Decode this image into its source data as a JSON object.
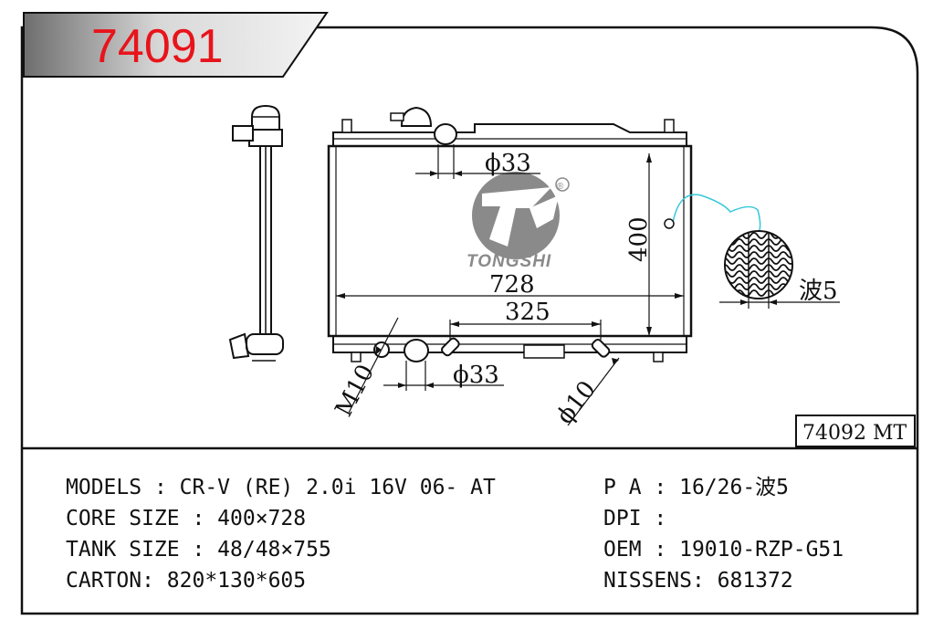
{
  "header": {
    "part_code": "74091"
  },
  "drawing": {
    "brand_name": "TONGSHI",
    "registered_mark": "®",
    "dimensions": {
      "top_pipe": "ϕ33",
      "height": "400",
      "width": "728",
      "tank_span": "325",
      "bottom_pipe": "ϕ33",
      "drain": "M10",
      "small_pipe": "ϕ10",
      "fin": "波5"
    },
    "alt_part": "74092 MT"
  },
  "specs": {
    "left": [
      {
        "label": "MODELS",
        "sep": " : ",
        "value": "CR-V (RE) 2.0i 16V 06- AT"
      },
      {
        "label": "CORE SIZE",
        "sep": " : ",
        "value": "400×728"
      },
      {
        "label": "TANK SIZE",
        "sep": " : ",
        "value": "48/48×755"
      },
      {
        "label": "CARTON",
        "sep": ": ",
        "value": "820*130*605"
      }
    ],
    "right": [
      {
        "label": "P A",
        "sep": " : ",
        "value": "16/26-波5"
      },
      {
        "label": "DPI",
        "sep": " : ",
        "value": ""
      },
      {
        "label": "OEM",
        "sep": " : ",
        "value": "19010-RZP-G51"
      },
      {
        "label": "NISSENS",
        "sep": ": ",
        "value": "681372"
      }
    ]
  }
}
